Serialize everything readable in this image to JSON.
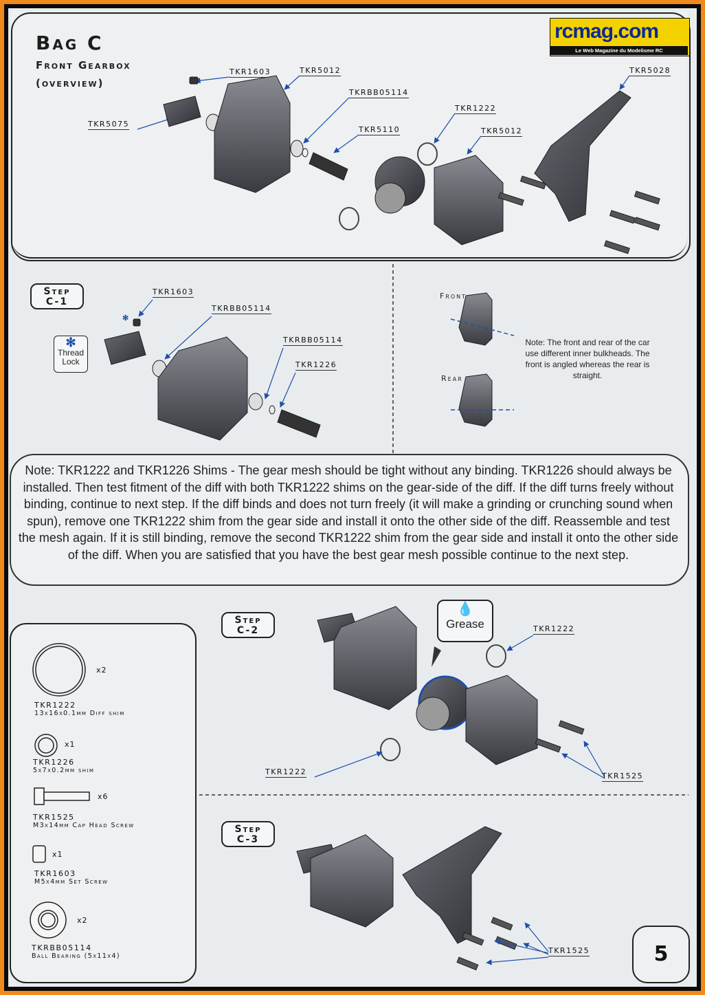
{
  "header": {
    "title": "Bag C",
    "subtitle_line1": "Front Gearbox",
    "subtitle_line2": "(overview)"
  },
  "logo": {
    "text": "rcmag.com",
    "tagline": "Le Web Magazine du Modelisme RC"
  },
  "overview": {
    "labels": [
      "TKR1603",
      "TKR5012",
      "TKRBB05114",
      "TKR1222",
      "TKR5110",
      "TKR5012",
      "TKR5075",
      "TKR5028"
    ]
  },
  "step_c1": {
    "badge_line1": "Step",
    "badge_line2": "C-1",
    "thread_lock_line1": "Thread",
    "thread_lock_line2": "Lock",
    "labels": [
      "TKR1603",
      "TKRBB05114",
      "TKRBB05114",
      "TKR1226"
    ],
    "front_label": "Front",
    "rear_label": "Rear",
    "side_note": "Note: The front and rear of the car use different inner bulkheads. The front is angled whereas the rear is straight."
  },
  "shim_note": "Note: TKR1222 and TKR1226 Shims - The gear mesh should be tight without any binding. TKR1226 should always be installed.  Then test fitment of the diff with both TKR1222 shims on the gear-side of the diff. If the diff turns freely without binding, continue to next step.  If the diff binds and does not turn freely (it will make a grinding or crunching sound when spun), remove one TKR1222 shim from the gear side and install it onto the other side of the diff. Reassemble and test the mesh again.  If it is still binding, remove the second TKR1222 shim from the gear side and install it onto the other side of the diff.  When you are satisfied that you have the best gear mesh possible continue to the next step.",
  "parts_list": [
    {
      "code": "TKR1222",
      "desc": "13x16x0.1mm Diff shim",
      "qty": "x2"
    },
    {
      "code": "TKR1226",
      "desc": "5x7x0.2mm shim",
      "qty": "x1"
    },
    {
      "code": "TKR1525",
      "desc": "M3x14mm Cap Head Screw",
      "qty": "x6"
    },
    {
      "code": "TKR1603",
      "desc": "M5x4mm Set Screw",
      "qty": "x1"
    },
    {
      "code": "TKRBB05114",
      "desc": "Ball Bearing (5x11x4)",
      "qty": "x2"
    }
  ],
  "step_c2": {
    "badge_line1": "Step",
    "badge_line2": "C-2",
    "grease_label": "Grease",
    "labels": [
      "TKR1222",
      "TKR1222",
      "TKR1525"
    ]
  },
  "step_c3": {
    "badge_line1": "Step",
    "badge_line2": "C-3",
    "labels": [
      "TKR1525"
    ]
  },
  "page_number": "5",
  "colors": {
    "border": "#f08a1c",
    "part": "#4a4b52",
    "accent_blue": "#1f4fa8"
  }
}
